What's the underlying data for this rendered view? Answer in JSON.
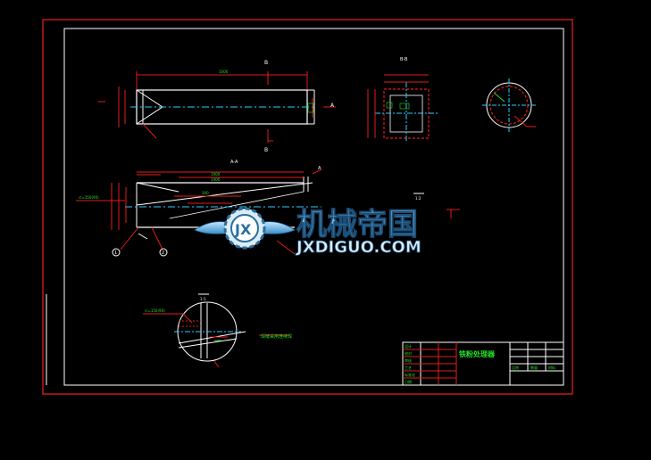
{
  "colors": {
    "background": "#000000",
    "outer_border": "#e21b1b",
    "inner_border": "#ffffff",
    "drawing_line": "#ffffff",
    "dimension": "#e21b1b",
    "text_green": "#22e022",
    "centerline": "#2ad0ff",
    "watermark_blue": "#4aa6d9"
  },
  "labels": {
    "view_b": "B",
    "view_a_top": "A",
    "view_a_side": "A",
    "section_bb": "B-B",
    "section_aa": "A-A",
    "detail_top": "1:1",
    "detail_right": "1:2",
    "note": "焊缝采用连续焊",
    "title": "铁粉处理器",
    "balloon_1": "1",
    "balloon_2": "2"
  },
  "watermark": {
    "cn": "机械帝国",
    "en": "JXDIGUO.COM",
    "badge": "JX"
  },
  "title_block": {
    "rows": [
      "设计",
      "校对",
      "审核",
      "工艺",
      "标准化",
      "日期"
    ],
    "headers": [
      "比例",
      "数量",
      "材料"
    ]
  }
}
